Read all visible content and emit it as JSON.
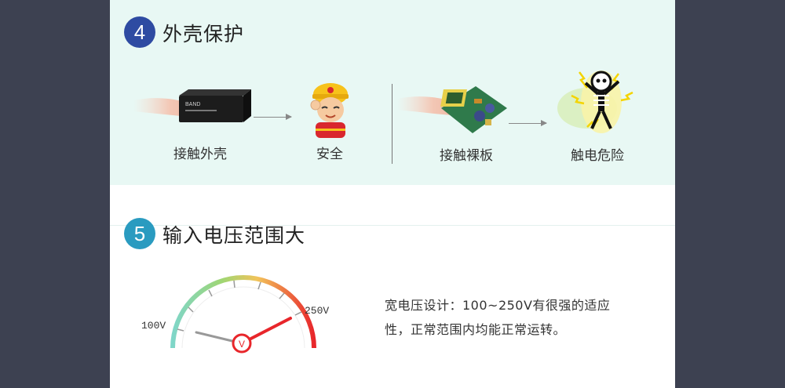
{
  "section4": {
    "number": "4",
    "title": "外壳保护",
    "captions": {
      "touch_shell": "接触外壳",
      "safe": "安全",
      "touch_bare_board": "接触裸板",
      "shock_danger": "触电危险"
    },
    "module_label": "BAND"
  },
  "section5": {
    "number": "5",
    "title": "输入电压范围大",
    "gauge": {
      "min_label": "100V",
      "max_label": "250V",
      "center_letter": "V",
      "colors": {
        "start": "#7fd6c9",
        "mid": "#f2c35a",
        "end": "#e8262b"
      }
    },
    "description": "宽电压设计：100~250V有很强的适应性，正常范围内均能正常运转。"
  },
  "colors": {
    "background": "#3d4151",
    "section4_bg": "#e8f8f4",
    "badge4": "#2e4ba2",
    "badge5": "#2a9bc0"
  }
}
